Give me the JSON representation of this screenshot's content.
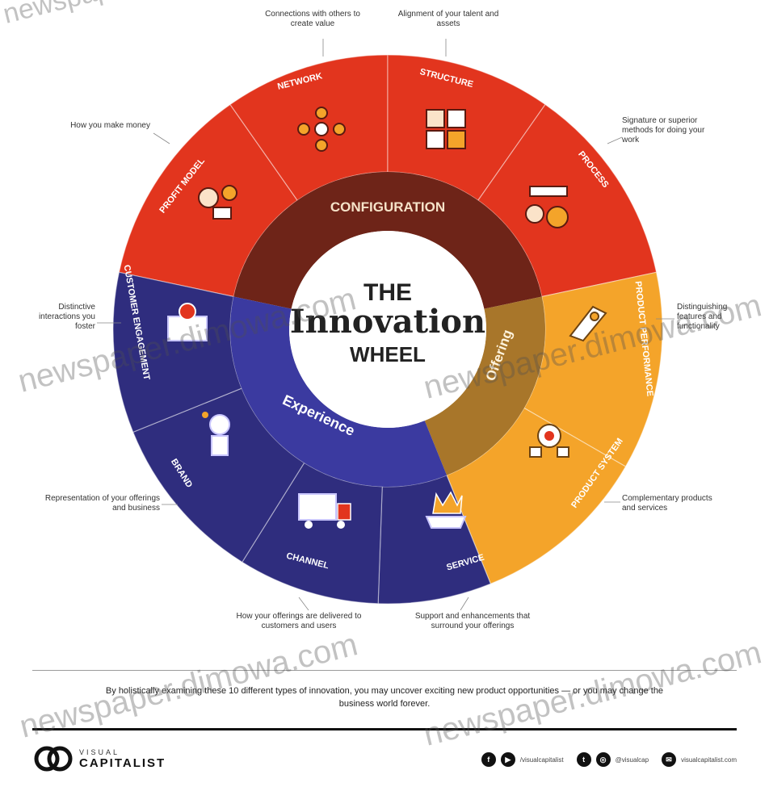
{
  "center": {
    "line1": "THE",
    "line2": "Innovation",
    "line3": "WHEEL"
  },
  "categories": {
    "configuration": "CONFIGURATION",
    "offering": "Offering",
    "experience": "Experience"
  },
  "segments": {
    "profit_model": "PROFIT MODEL",
    "network": "NETWORK",
    "structure": "STRUCTURE",
    "process": "PROCESS",
    "product_performance": "PRODUCT PERFORMANCE",
    "product_system": "PRODUCT SYSTEM",
    "service": "SERVICE",
    "channel": "CHANNEL",
    "brand": "BRAND",
    "customer_engagement": "CUSTOMER ENGAGEMENT"
  },
  "annotations": {
    "network": "Connections with others to create value",
    "structure": "Alignment of your talent and assets",
    "process": "Signature or superior methods for doing your work",
    "profit_model": "How you make money",
    "customer_engagement": "Distinctive interactions you foster",
    "product_performance": "Distinguishing features and functionality",
    "brand": "Representation of your offerings and business",
    "product_system": "Complementary products and services",
    "channel": "How your offerings are delivered to customers and users",
    "service": "Support and enhancements that surround your offerings"
  },
  "footer": {
    "text": "By holistically examining these 10 different types of innovation, you may uncover exciting new product opportunities — or you may change the business world forever.",
    "logo_top": "VISUAL",
    "logo_bottom": "CAPITALIST",
    "social_facebook": "f",
    "social_youtube": "▶",
    "social_facebook_handle": "/visualcapitalist",
    "social_twitter": "t",
    "social_instagram": "◎",
    "social_twitter_handle": "@visualcap",
    "social_email": "✉",
    "social_email_address": "visualcapitalist.com"
  },
  "watermark": "newspaper.dimowa.com",
  "colors": {
    "configuration": "#e2351e",
    "configuration_inner": "#6e2418",
    "offering": "#f4a42a",
    "offering_inner": "#a8762a",
    "experience": "#2f2d7e",
    "experience_inner": "#3b3aa0",
    "center": "#ffffff"
  }
}
